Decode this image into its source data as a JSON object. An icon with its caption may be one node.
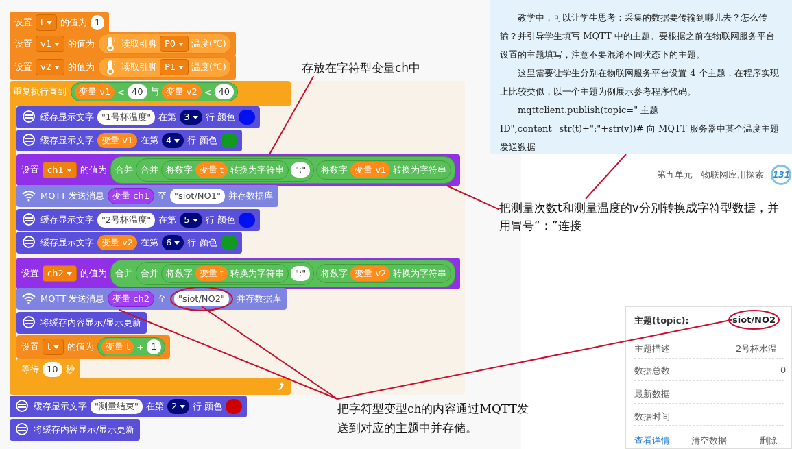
{
  "diagram": {
    "nodes": [
      {
        "text": [
          "设置",
          "t",
          "的值为",
          "1"
        ]
      },
      {
        "text": [
          "设置",
          "v1",
          "的值为",
          "读取引脚",
          "P0",
          "温度(℃)"
        ]
      },
      {
        "text": [
          "设置",
          "v2",
          "的值为",
          "读取引脚",
          "P1",
          "温度(℃)"
        ]
      },
      {
        "text": [
          "重复执行直到",
          "变量 v1",
          "<",
          "40",
          "与",
          "变量 v2",
          "<",
          "40"
        ]
      },
      {
        "text": [
          "缓存显示文字",
          "\"1号杯温度\"",
          "在第",
          "3",
          "行 颜色"
        ],
        "in": 3
      },
      {
        "text": [
          "缓存显示文字",
          "变量 v1",
          "在第",
          "4",
          "行 颜色"
        ],
        "in": 3
      },
      {
        "text": [
          "设置",
          "ch1",
          "的值为",
          "合并",
          "合并",
          "将数字",
          "变量 t",
          "转换为字符串",
          "\":\"",
          "将数字",
          "变量 v1",
          "转换为字符串"
        ],
        "in": 3
      },
      {
        "text": [
          "MQTT 发送消息",
          "变量 ch1",
          "至",
          "\"siot/NO1\"",
          "并存数据库"
        ],
        "in": 3
      },
      {
        "text": [
          "缓存显示文字",
          "\"2号杯温度\"",
          "在第",
          "5",
          "行 颜色"
        ],
        "in": 3
      },
      {
        "text": [
          "缓存显示文字",
          "变量 v2",
          "在第",
          "6",
          "行 颜色"
        ],
        "in": 3
      },
      {
        "text": [
          "设置",
          "ch2",
          "的值为",
          "合并",
          "合并",
          "将数字",
          "变量 t",
          "转换为字符串",
          "\":\"",
          "将数字",
          "变量 v2",
          "转换为字符串"
        ],
        "in": 3
      },
      {
        "text": [
          "MQTT 发送消息",
          "变量 ch2",
          "至",
          "并存数据库"
        ],
        "in": 3
      },
      {
        "text": [
          "\"siot/NO2\""
        ],
        "in": 11
      },
      {
        "text": [
          "将缓存内容显示/显示更新"
        ],
        "in": 3
      },
      {
        "text": [
          "设置",
          "t",
          "的值为",
          "变量 t",
          "+",
          "1"
        ],
        "in": 3
      },
      {
        "text": [
          "等待",
          "10",
          "秒"
        ],
        "in": 3
      },
      {
        "text": [
          "缓存显示文字",
          "\"测量结束\"",
          "在第",
          "2",
          "行 颜色"
        ]
      },
      {
        "text": [
          "将缓存内容显示/显示更新"
        ]
      },
      {
        "text": [
          "存放在字符型变量ch中"
        ]
      },
      {
        "text": [
          "把测量次数t和测量温度的v分别转换成字符型数据，并用冒号“：”连接"
        ]
      },
      {
        "text": [
          "把字符型变型ch的内容通过MQTT发送到对应的主题中并存储。"
        ]
      },
      {
        "text": [
          "教学中，可以让学生思考：采集的数据要传输到哪儿去？怎么传输？并引导学生填写 MQTT 中的主题。要根据之前在物联网服务平台设置的主题填写，注意不要混淆不同状态下的主题。",
          "这里需要让学生分别在物联网服务平台设置 4 个主题，在程序实现上比较类似，以一个主题为例展示参考程序代码。",
          "mqttclient.publish(topic=\" 主题 ID\",content=str(t)+\":\"+str(v))# 向 MQTT 服务器中某个温度主题发送数据"
        ]
      },
      {
        "text": [
          "主题(topic):",
          "主题描述",
          "2号杯水温",
          "数据总数",
          "0",
          "最新数据",
          "数据时间",
          "查看详情",
          "清空数据",
          "删除"
        ]
      },
      {
        "text": [
          "siot/NO2"
        ],
        "in": 22
      }
    ],
    "edges": [
      {
        "from": 18,
        "to": 6,
        "arrow": "none"
      },
      {
        "from": 19,
        "to": 6,
        "arrow": "none"
      },
      {
        "from": 19,
        "to": 21,
        "arrow": "none"
      },
      {
        "from": 20,
        "to": 11,
        "arrow": "none"
      },
      {
        "from": 20,
        "to": 12,
        "arrow": "none"
      },
      {
        "from": 20,
        "to": 23,
        "arrow": "none"
      }
    ],
    "labels": [
      "第五单元　物联网应用探索",
      "131"
    ]
  }
}
